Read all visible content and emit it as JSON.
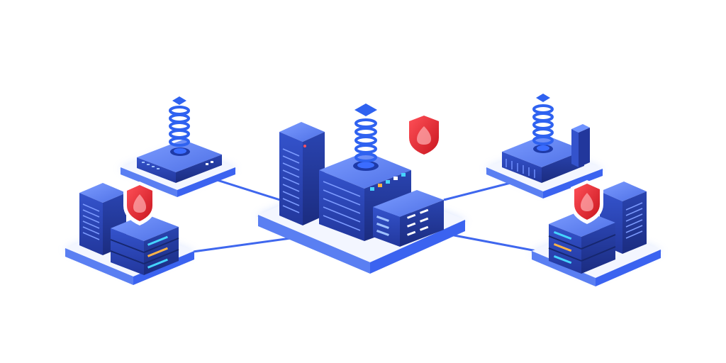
{
  "colors": {
    "background": "#ffffff",
    "platform_top": "#f3f6ff",
    "platform_edge": "#3b63f0",
    "platform_glow": "#8fb0ff",
    "server_dark": "#1f3494",
    "server_mid": "#2d4bc2",
    "server_light": "#4f75ea",
    "server_top": "#6f93ff",
    "connector": "#3f67ee",
    "coil": "#2f62f0",
    "shield_red": "#e8303a",
    "shield_border": "#ffffff",
    "led_cyan": "#45d4ff",
    "led_amber": "#ffb347"
  },
  "icons": {
    "hub_shield": "shield-icon",
    "left_shield": "shield-icon",
    "right_shield": "shield-icon",
    "coil": "antenna-coil-icon"
  },
  "nodes": [
    {
      "id": "hub",
      "kind": "data-center-cluster",
      "shield": true,
      "antenna": true
    },
    {
      "id": "top-left",
      "kind": "network-switch",
      "shield": false,
      "antenna": true
    },
    {
      "id": "bottom-left",
      "kind": "server-rack",
      "shield": true,
      "antenna": false
    },
    {
      "id": "top-right",
      "kind": "router",
      "shield": false,
      "antenna": true
    },
    {
      "id": "bottom-right",
      "kind": "server-rack",
      "shield": true,
      "antenna": false
    }
  ],
  "connections": [
    {
      "from": "hub",
      "to": "top-left"
    },
    {
      "from": "hub",
      "to": "bottom-left"
    },
    {
      "from": "hub",
      "to": "top-right"
    },
    {
      "from": "hub",
      "to": "bottom-right"
    }
  ]
}
